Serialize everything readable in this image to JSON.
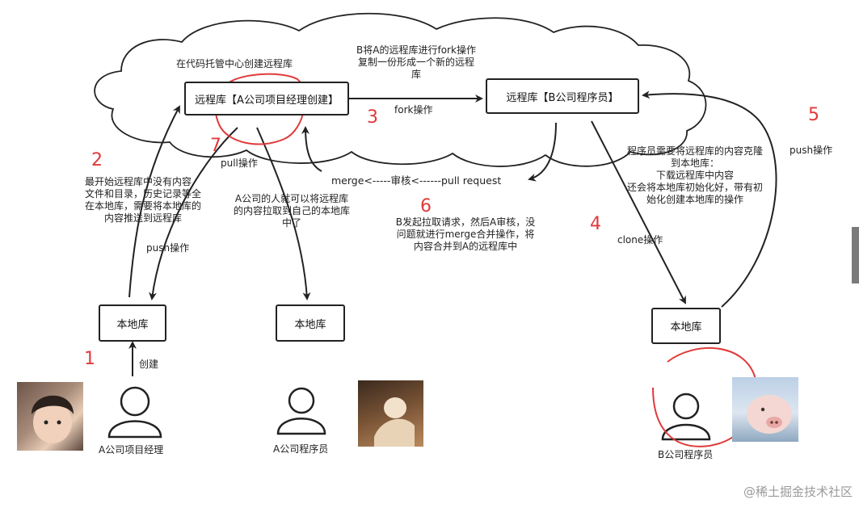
{
  "cloud": {
    "title": "在代码托管中心创建远程库",
    "fork_note": [
      "B将A的远程库进行fork操作",
      "复制一份形成一个新的远程",
      "库"
    ]
  },
  "remote_a": {
    "label": "远程库【A公司项目经理创建】"
  },
  "remote_b": {
    "label": "远程库【B公司程序员】"
  },
  "local_a1": {
    "label": "本地库"
  },
  "local_a2": {
    "label": "本地库"
  },
  "local_b": {
    "label": "本地库"
  },
  "arrows": {
    "fork": "fork操作",
    "merge_flow": "merge<-----审核<------pull request",
    "pull": "pull操作",
    "push_left": "push操作",
    "create": "创建",
    "clone": "clone操作",
    "push_right": "push操作"
  },
  "notes": {
    "note2": [
      "最开始远程库中没有内容,",
      "文件和目录，历史记录等全",
      "在本地库，需要将本地库的",
      "内容推送到远程库"
    ],
    "note_pull": [
      "A公司的人就可以将远程库",
      "的内容拉取到自己的本地库",
      "中了"
    ],
    "note6": [
      "B发起拉取请求，然后A审核，没",
      "问题就进行merge合并操作，将",
      "内容合并到A的远程库中"
    ],
    "note4": [
      "程序员需要将远程库的内容克隆",
      "到本地库：",
      "下载远程库中内容",
      "还会将本地库初始化好，带有初",
      "始化创建本地库的操作"
    ]
  },
  "steps": [
    "1",
    "2",
    "3",
    "4",
    "5",
    "6",
    "7"
  ],
  "people": {
    "manager": "A公司项目经理",
    "prog_a": "A公司程序员",
    "prog_b": "B公司程序员"
  },
  "watermark": "@稀土掘金技术社区",
  "colors": {
    "annotation": "#e03a3a",
    "ink": "#222222"
  }
}
